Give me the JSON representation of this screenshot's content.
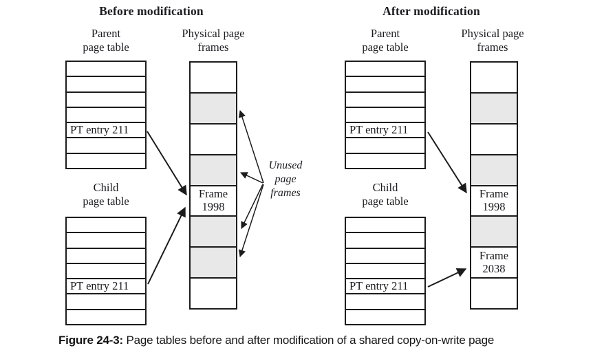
{
  "colors": {
    "line": "#1c1c1c",
    "text": "#1b1b20",
    "unused_fill": "#e8e8e8",
    "background": "#ffffff"
  },
  "before": {
    "title": "Before modification",
    "parent_label": [
      "Parent",
      "page table"
    ],
    "child_label": [
      "Child",
      "page table"
    ],
    "physical_label": [
      "Physical page",
      "frames"
    ],
    "parent_entry": "PT entry 211",
    "child_entry": "PT entry 211",
    "frame_1998": [
      "Frame",
      "1998"
    ],
    "unused_note": [
      "Unused",
      "page",
      "frames"
    ],
    "frames": [
      "empty",
      "unused",
      "empty",
      "unused",
      "frame-1998",
      "unused",
      "unused",
      "empty"
    ]
  },
  "after": {
    "title": "After modification",
    "parent_label": [
      "Parent",
      "page table"
    ],
    "child_label": [
      "Child",
      "page table"
    ],
    "physical_label": [
      "Physical page",
      "frames"
    ],
    "parent_entry": "PT entry 211",
    "child_entry": "PT entry 211",
    "frame_1998": [
      "Frame",
      "1998"
    ],
    "frame_2038": [
      "Frame",
      "2038"
    ],
    "frames": [
      "empty",
      "unused",
      "empty",
      "unused",
      "frame-1998",
      "unused",
      "frame-2038",
      "empty"
    ]
  },
  "caption": {
    "label": "Figure 24-3:",
    "text": "Page tables before and after modification of a shared copy-on-write page"
  }
}
